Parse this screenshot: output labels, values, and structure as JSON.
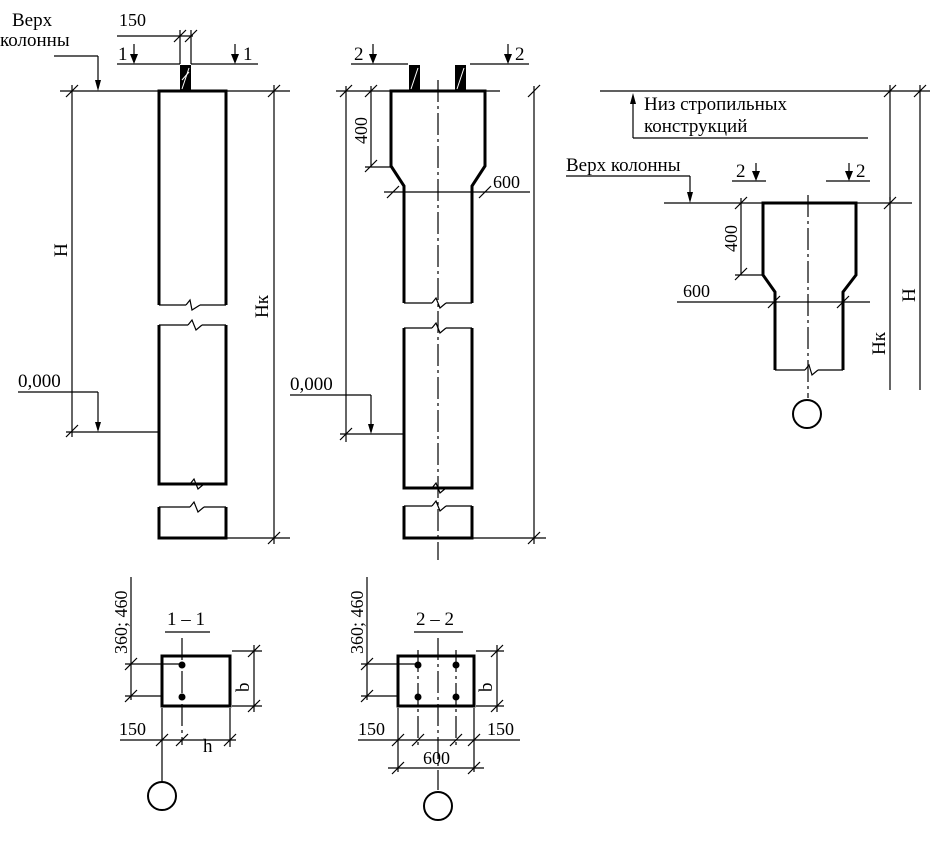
{
  "labels": {
    "top_of_column": "Верх",
    "top_of_column_2": "колонны",
    "top_of_column_full": "Верх колонны",
    "bottom_of_rafter_1": "Низ стропильных",
    "bottom_of_rafter_2": "конструкций",
    "dim_150": "150",
    "dim_400": "400",
    "dim_600": "600",
    "dim_360_460": "360; 460",
    "H": "Н",
    "Hk": "Нк",
    "h": "h",
    "b": "b",
    "zero_level": "0,000",
    "sec1_mark": "1",
    "sec2_mark": "2",
    "section_1_1": "1 – 1",
    "section_2_2": "2 – 2"
  }
}
